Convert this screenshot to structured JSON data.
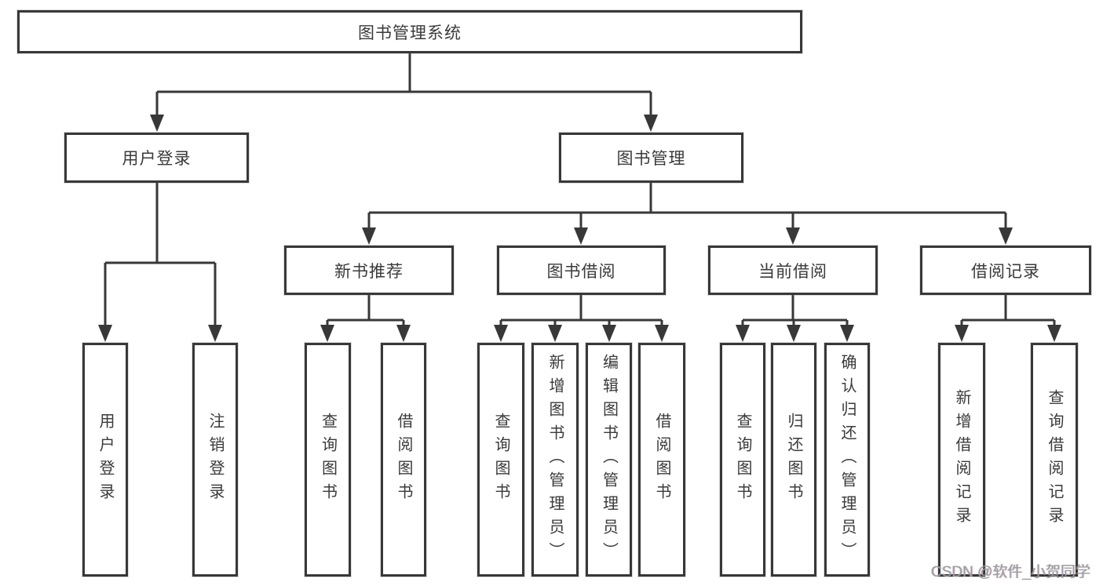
{
  "diagram": {
    "root": {
      "label": "图书管理系统"
    },
    "branches": [
      {
        "label": "用户登录",
        "children": [
          {
            "label": "用户登录"
          },
          {
            "label": "注销登录"
          }
        ]
      },
      {
        "label": "图书管理",
        "groups": [
          {
            "label": "新书推荐",
            "children": [
              {
                "label": "查询图书"
              },
              {
                "label": "借阅图书"
              }
            ]
          },
          {
            "label": "图书借阅",
            "children": [
              {
                "label": "查询图书"
              },
              {
                "label": "新增图书（管理员）"
              },
              {
                "label": "编辑图书（管理员）"
              },
              {
                "label": "借阅图书"
              }
            ]
          },
          {
            "label": "当前借阅",
            "children": [
              {
                "label": "查询图书"
              },
              {
                "label": "归还图书"
              },
              {
                "label": "确认归还（管理员）"
              }
            ]
          },
          {
            "label": "借阅记录",
            "children": [
              {
                "label": "新增借阅记录"
              },
              {
                "label": "查询借阅记录"
              }
            ]
          }
        ]
      }
    ]
  },
  "watermark": {
    "text": "CSDN @软件_小贺同学"
  },
  "colors": {
    "line": "#383838",
    "text": "#3a3a3a",
    "watermark": "#9c9c9c"
  }
}
